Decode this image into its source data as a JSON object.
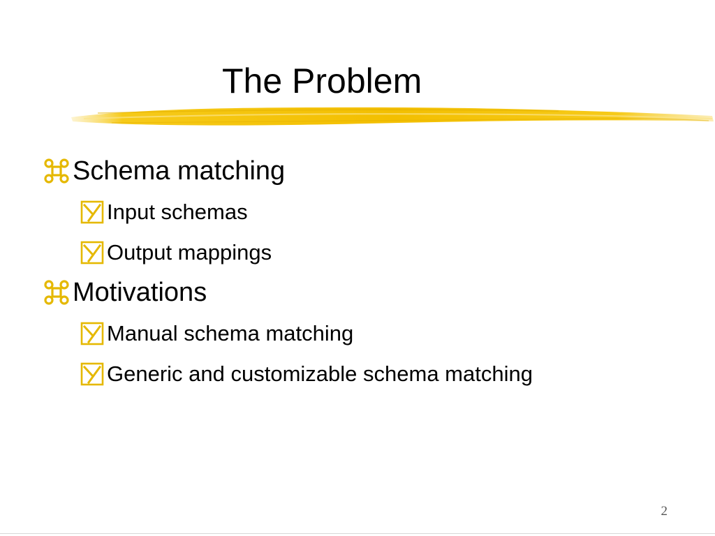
{
  "slide": {
    "title": "The Problem",
    "page_number": "2",
    "accent_color": "#F5C400",
    "bullet_l1_icon": "command-key-icon",
    "bullet_l2_icon": "checkbox-y-icon"
  },
  "bullets": [
    {
      "text": "Schema matching",
      "children": [
        "Input schemas",
        "Output mappings"
      ]
    },
    {
      "text": "Motivations",
      "children": [
        "Manual schema matching",
        "Generic and customizable schema matching"
      ]
    }
  ]
}
